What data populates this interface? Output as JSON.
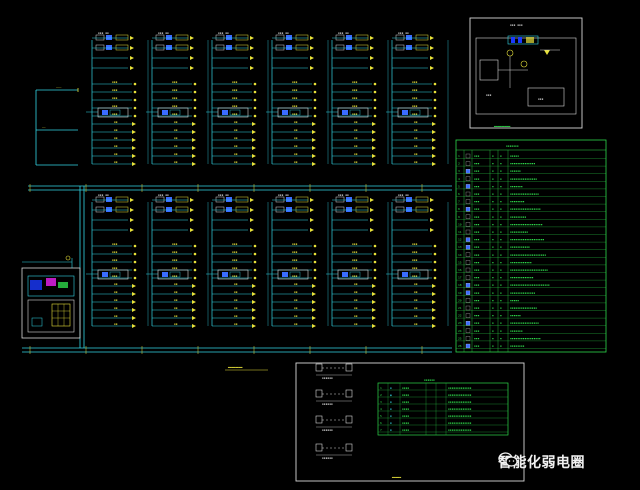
{
  "watermark": {
    "text": "智能化弱电圈",
    "icon": "wechat-icon"
  },
  "colors": {
    "background": "#000000",
    "bus": "#33d6e6",
    "device": "#e8e23a",
    "table": "#2ed84a",
    "frame": "#d8d8d8",
    "accent": "#3a6cff"
  },
  "drawing": {
    "floors_per_row": 6,
    "rows": 2
  }
}
